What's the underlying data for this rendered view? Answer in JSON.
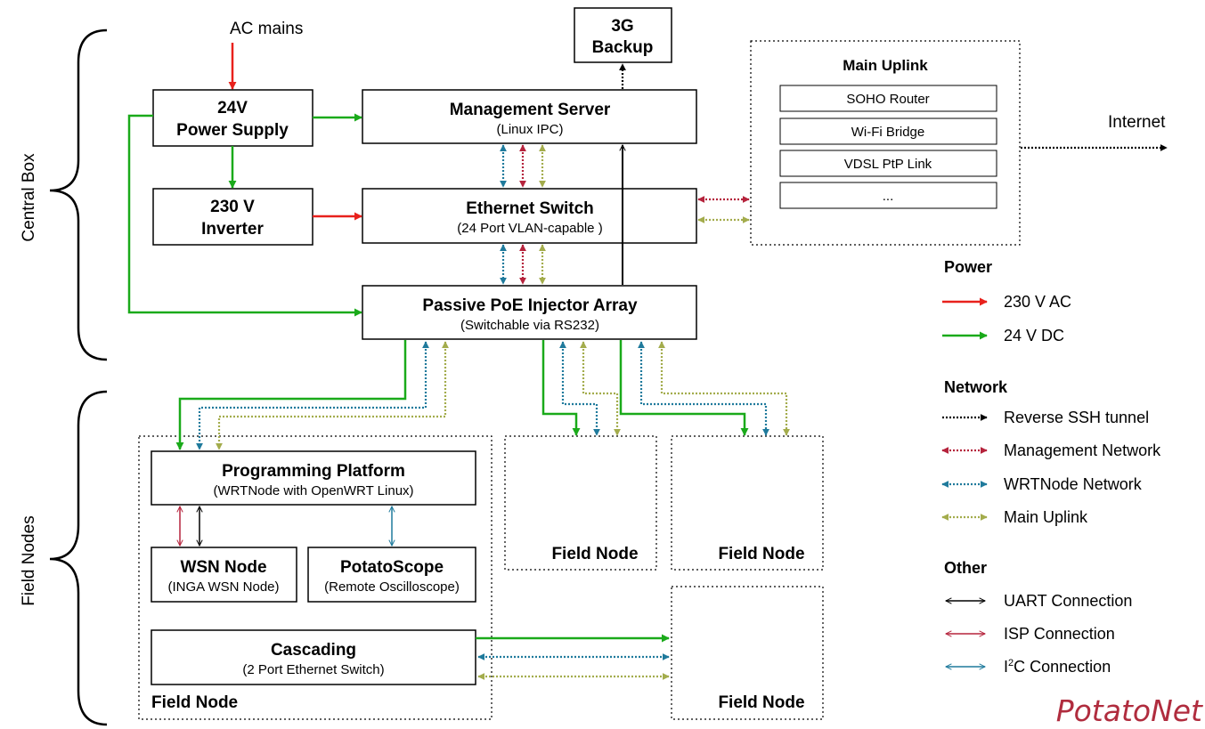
{
  "groups": {
    "central_box": "Central Box",
    "field_nodes": "Field Nodes"
  },
  "inputs": {
    "ac_mains": "AC mains",
    "internet": "Internet"
  },
  "blocks": {
    "power_supply": {
      "line1": "24V",
      "line2": "Power Supply"
    },
    "inverter": {
      "line1": "230 V",
      "line2": "Inverter"
    },
    "mgmt_server": {
      "title": "Management Server",
      "subtitle": "(Linux IPC)"
    },
    "eth_switch": {
      "title": "Ethernet Switch",
      "subtitle": "(24 Port VLAN-capable )"
    },
    "poe": {
      "title": "Passive PoE Injector Array",
      "subtitle": "(Switchable via RS232)"
    },
    "backup": {
      "line1": "3G",
      "line2": "Backup"
    },
    "uplink": {
      "title": "Main Uplink",
      "items": [
        "SOHO Router",
        "Wi-Fi Bridge",
        "VDSL PtP Link",
        "..."
      ]
    },
    "prog_platform": {
      "title": "Programming Platform",
      "subtitle": "(WRTNode with OpenWRT Linux)"
    },
    "wsn_node": {
      "title": "WSN Node",
      "subtitle": "(INGA WSN Node)"
    },
    "potatoscope": {
      "title": "PotatoScope",
      "subtitle": "(Remote Oscilloscope)"
    },
    "cascading": {
      "title": "Cascading",
      "subtitle": "(2 Port Ethernet Switch)"
    }
  },
  "field_node_label": "Field Node",
  "legend": {
    "power": {
      "heading": "Power",
      "items": [
        "230 V AC",
        "24 V DC"
      ]
    },
    "network": {
      "heading": "Network",
      "items": [
        "Reverse SSH tunnel",
        "Management Network",
        "WRTNode Network",
        "Main Uplink"
      ]
    },
    "other": {
      "heading": "Other",
      "items": [
        "UART Connection",
        "ISP Connection"
      ],
      "i2c_prefix": "I",
      "i2c_sup": "2",
      "i2c_suffix": "C Connection"
    }
  },
  "brand": "PotatoNet",
  "colors": {
    "ac": "#e8211c",
    "dc": "#1aaa1a",
    "ssh": "#000000",
    "mgmt": "#b5233c",
    "wrt": "#1f7a9c",
    "uplink": "#a3ac4c",
    "brand": "#b02c3e"
  }
}
